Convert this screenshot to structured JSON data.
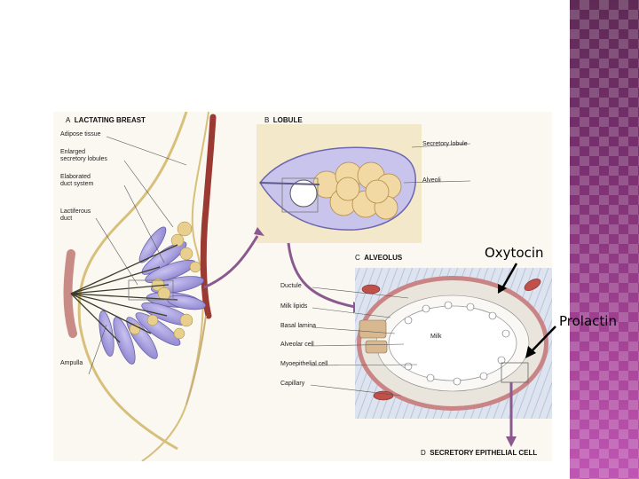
{
  "panels": {
    "a": {
      "letter": "A",
      "title": "LACTATING BREAST"
    },
    "b": {
      "letter": "B",
      "title": "LOBULE"
    },
    "c": {
      "letter": "C",
      "title": "ALVEOLUS"
    },
    "d": {
      "letter": "D",
      "title": "SECRETORY EPITHELIAL CELL"
    }
  },
  "labels_a": {
    "adipose": "Adipose tissue",
    "lobules": "Enlarged\nsecretory lobules",
    "duct_system": "Elaborated\nduct system",
    "lactiferous": "Lactiferous\nduct",
    "ampulla": "Ampulla"
  },
  "labels_b": {
    "secretory_lobule": "Secretory lobule",
    "alveoli": "Alveoli"
  },
  "labels_c": {
    "ductule": "Ductule",
    "milk_lipids": "Milk lipids",
    "basal_lamina": "Basal lamina",
    "alveolar_cell": "Alveolar cell",
    "myoepithelial": "Myoepithelial cell",
    "capillary": "Capillary",
    "milk": "Milk"
  },
  "callouts": {
    "oxytocin": "Oxytocin",
    "prolactin": "Prolactin"
  },
  "colors": {
    "accent": "#7a3070",
    "lobule_purple": "#9a92d8",
    "fat_yellow": "#e8cf8e",
    "arrow_purple": "#8a5a8e"
  }
}
